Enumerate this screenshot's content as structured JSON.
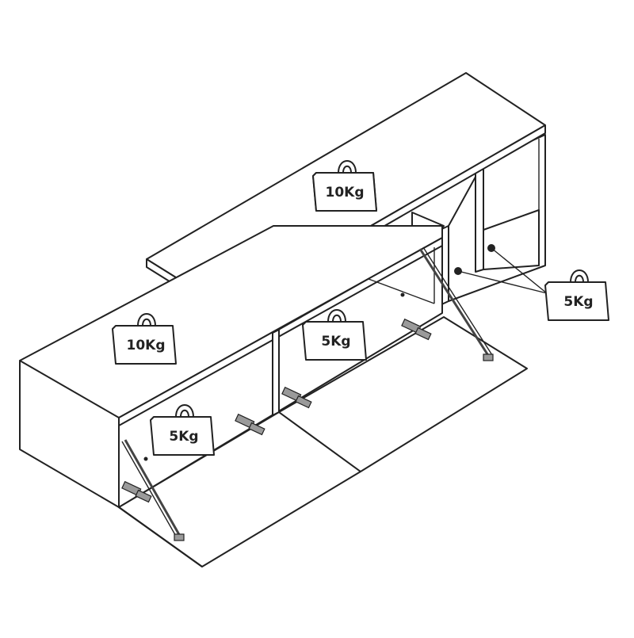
{
  "diagram": {
    "colors": {
      "line": "#222222",
      "background": "#ffffff",
      "hardware": "#9a9a9a"
    },
    "weight_labels": {
      "top_shelf": "10Kg",
      "left_cabinet_top": "10Kg",
      "center_compartment": "5Kg",
      "left_flap": "5Kg",
      "inner_shelf_callout": "5Kg"
    }
  }
}
